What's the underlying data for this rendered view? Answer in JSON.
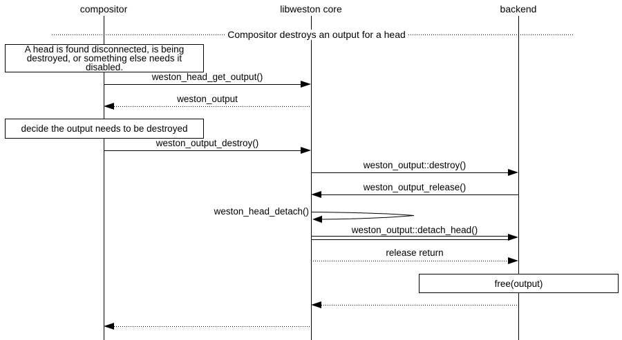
{
  "diagram": {
    "divider_text": "Compositor destroys an output for a head",
    "actors": [
      "compositor",
      "libweston core",
      "backend"
    ],
    "notes": {
      "head_disconnected": {
        "lines": [
          "A head is found disconnected, is being",
          "destroyed, or something else needs it",
          "disabled."
        ]
      },
      "decide_destroy": {
        "text": "decide the output needs to be destroyed"
      },
      "free_output": {
        "text": "free(output)"
      }
    },
    "messages": {
      "get_output": "weston_head_get_output()",
      "weston_output_return": "weston_output",
      "output_destroy": "weston_output_destroy()",
      "backend_destroy": "weston_output::destroy()",
      "output_release": "weston_output_release()",
      "head_detach": "weston_head_detach()",
      "backend_detach_head": "weston_output::detach_head()",
      "release_return": "release return"
    },
    "colors": {
      "ink": "#000000",
      "paper": "#ffffff"
    }
  }
}
